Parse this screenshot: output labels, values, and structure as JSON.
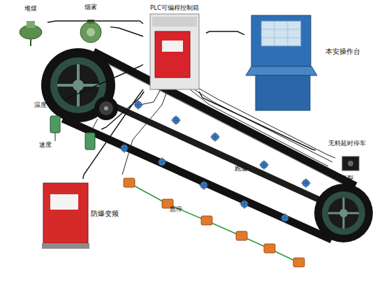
{
  "diagram": {
    "nodes": [
      {
        "text": [
          "堆煤"
        ]
      },
      {
        "text": [
          "烟雾"
        ]
      },
      {
        "text": [
          "PLC可编程控制箱"
        ]
      },
      {
        "text": [
          "本安操作台"
        ]
      },
      {
        "text": [
          "温度"
        ]
      },
      {
        "text": [
          "速度"
        ]
      },
      {
        "text": [
          "无料延时停车"
        ]
      },
      {
        "text": [
          "防爆变频"
        ]
      }
    ],
    "edges": [
      {
        "from": 2,
        "to": 3,
        "arrow": "none"
      },
      {
        "from": 2,
        "to": 0,
        "arrow": "none"
      },
      {
        "from": 2,
        "to": 1,
        "arrow": "none"
      },
      {
        "from": 2,
        "to": 4,
        "arrow": "none"
      },
      {
        "from": 2,
        "to": 5,
        "arrow": "none"
      },
      {
        "from": 2,
        "to": 7,
        "arrow": "none"
      },
      {
        "from": 2,
        "to": 6,
        "arrow": "none"
      }
    ],
    "labels": [
      "跑偏",
      "急停",
      "撕裂"
    ]
  }
}
